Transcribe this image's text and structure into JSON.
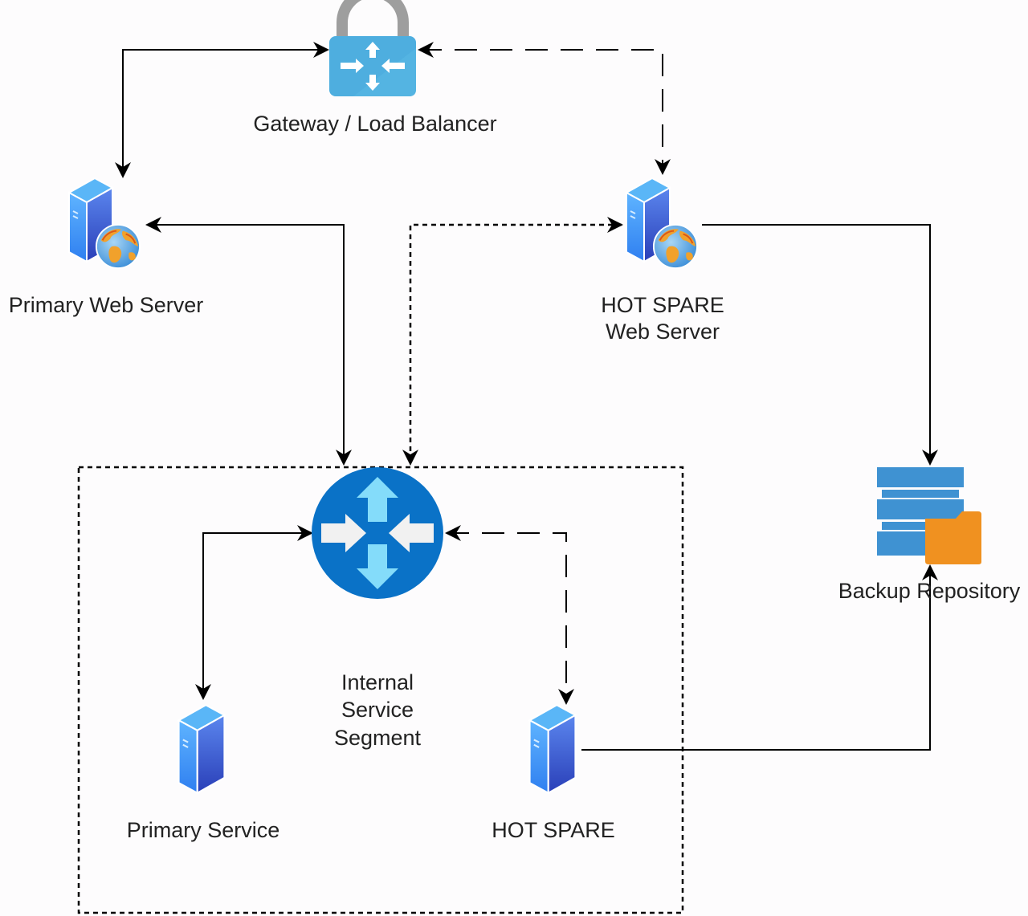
{
  "diagram": {
    "title": "Network architecture with hot spare",
    "nodes": {
      "gateway": {
        "label": "Gateway / Load Balancer",
        "icon": "lock-load-balancer-icon"
      },
      "primary_web": {
        "label": "Primary Web Server",
        "icon": "web-server-globe-icon"
      },
      "hotspare_web": {
        "label_line1": "HOT SPARE",
        "label_line2": "Web Server",
        "icon": "web-server-globe-icon"
      },
      "router": {
        "icon": "router-icon"
      },
      "segment": {
        "label_line1": "Internal",
        "label_line2": "Service",
        "label_line3": "Segment"
      },
      "primary_service": {
        "label": "Primary Service",
        "icon": "server-icon"
      },
      "hotspare_service": {
        "label": "HOT SPARE",
        "icon": "server-icon"
      },
      "backup": {
        "label": "Backup Repository",
        "icon": "storage-folder-icon"
      }
    },
    "edges": [
      {
        "from": "gateway",
        "to": "primary_web",
        "style": "solid",
        "direction": "both"
      },
      {
        "from": "gateway",
        "to": "hotspare_web",
        "style": "dashed",
        "direction": "both"
      },
      {
        "from": "primary_web",
        "to": "router",
        "style": "solid",
        "direction": "both"
      },
      {
        "from": "hotspare_web",
        "to": "router",
        "style": "dotted",
        "direction": "both"
      },
      {
        "from": "hotspare_web",
        "to": "backup",
        "style": "solid",
        "direction": "forward"
      },
      {
        "from": "router",
        "to": "primary_service",
        "style": "solid",
        "direction": "both"
      },
      {
        "from": "router",
        "to": "hotspare_service",
        "style": "dashed",
        "direction": "both"
      },
      {
        "from": "hotspare_service",
        "to": "backup",
        "style": "solid",
        "direction": "forward"
      }
    ],
    "colors": {
      "lock_shackle": "#9e9e9e",
      "lock_body": "#4eaedf",
      "router": "#0a72c7",
      "router_arrow_light": "#84dcfa",
      "router_arrow_white": "#f1f1f1",
      "server_front": "#4a6ce0",
      "server_side": "#3d9cf5",
      "storage": "#3f92d2",
      "folder": "#f09120",
      "line": "#000000"
    }
  }
}
